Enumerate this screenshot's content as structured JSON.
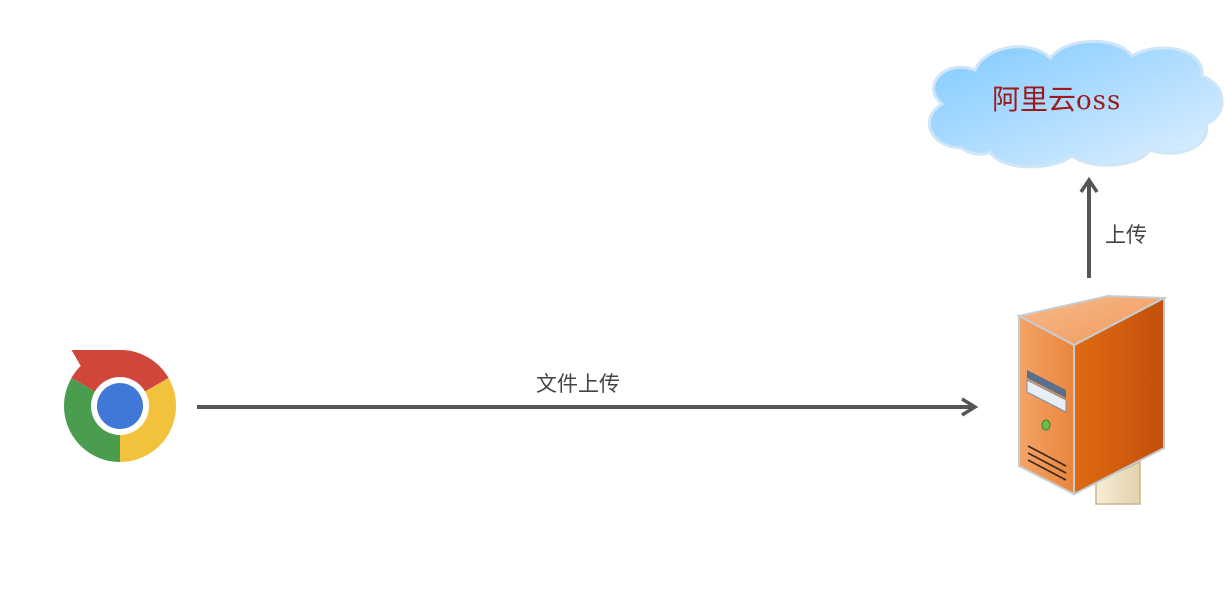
{
  "diagram": {
    "cloud": {
      "label_cn": "阿里云",
      "label_en": "oss",
      "label_color": "#9b1a1a",
      "icon": "cloud-icon"
    },
    "browser": {
      "icon": "chrome-browser-icon"
    },
    "server": {
      "icon": "server-tower-icon",
      "color": "#e8782a"
    },
    "edges": {
      "browser_to_server": {
        "label": "文件上传",
        "icon": "arrow-right-icon"
      },
      "server_to_cloud": {
        "label": "上传",
        "icon": "arrow-up-icon"
      }
    },
    "colors": {
      "arrow": "#555555",
      "cloud_fill_top": "#86cfff",
      "cloud_fill_bottom": "#d4ecff"
    }
  }
}
